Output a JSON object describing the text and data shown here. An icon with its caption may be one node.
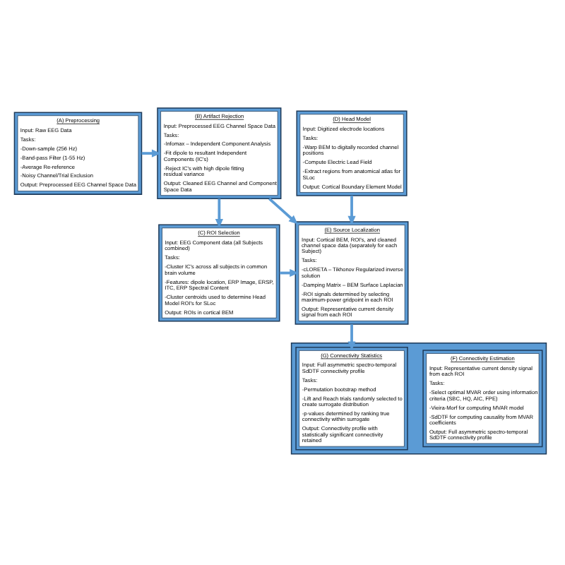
{
  "diagram": {
    "nodes": [
      {
        "text": [
          "(A) Preprocessing",
          "Input: Raw EEG Data",
          "Tasks:",
          "-Down-sample (256 Hz)",
          "-Band-pass Filter (1-55 Hz)",
          "-Average Re-reference",
          "-Noisy Channel/Trial Exclusion",
          "Output: Preprocessed EEG Channel Space Data"
        ]
      },
      {
        "text": [
          "(B) Artifact Rejection",
          "Input: Preprocessed EEG Channel Space Data",
          "Tasks:",
          "-Infomax – Independent Component Analysis",
          "-Fit dipole to resultant Independent Components (IC's)",
          "-Reject IC's with high dipole fitting residual variance",
          "Output: Cleaned EEG Channel and Component Space Data"
        ]
      },
      {
        "text": [
          "(D) Head Model",
          "Input: Digitized electrode locations",
          "Tasks:",
          "-Warp BEM to digitally recorded channel positions",
          "-Compute Electric Lead Field",
          "-Extract regions from anatomical atlas for SLoc",
          "Output: Cortical Boundary Element Model"
        ]
      },
      {
        "text": [
          "(C) ROI Selection",
          "Input: EEG Component data (all Subjects combined)",
          "Tasks:",
          "-Cluster IC's across all subjects in common brain volume",
          "-Features: dipole location, ERP Image, ERSP, ITC, ERP Spectral Content",
          "-Cluster centroids used to determine Head Model ROI's for SLoc",
          "Output: ROIs in cortical BEM"
        ]
      },
      {
        "text": [
          "(E) Source Localization",
          "Input: Cortical BEM, ROI's, and cleaned channel space data (separately for each Subject)",
          "Tasks:",
          "-cLORETA – Tikhonov Regularized inverse solution",
          "-Damping Matrix – BEM Surface Laplacian",
          "-ROI signals determined by selecting maximum-power gridpoint in each ROI",
          "Output: Representative current density signal from each ROI"
        ]
      },
      {
        "text": [],
        "shape": "box"
      },
      {
        "text": [
          "(F) Connectivity Estimation",
          "Input: Representative current density signal from each ROI",
          "Tasks:",
          "-Select optimal MVAR order using information criteria (SBC, HQ, AIC, FPE)",
          "-Vieira-Morf for computing MVAR model",
          "-SdDTF for computing causality from MVAR coefficients",
          "Output: Full asymmetric spectro-temporal SdDTF connectivity profile"
        ],
        "in": 5
      },
      {
        "text": [
          "(G) Connectivity Statistics",
          "Input: Full asymmetric spectro-temporal SdDTF connectivity profile",
          "Tasks:",
          "-Permutation bootstrap method",
          "-Lift and Reach trials randomly selected to create surrogate distribution",
          "-p-values determined by ranking true connectivity within surrogate",
          "Output: Connectivity profile with statistically significant connectivity retained"
        ],
        "in": 5
      }
    ],
    "edges": [
      {
        "from": 0,
        "to": 1,
        "arrow": "to"
      },
      {
        "from": 1,
        "to": 3,
        "arrow": "to"
      },
      {
        "from": 1,
        "to": 4,
        "arrow": "to"
      },
      {
        "from": 2,
        "to": 4,
        "arrow": "to"
      },
      {
        "from": 3,
        "to": 4,
        "arrow": "to"
      },
      {
        "from": 4,
        "to": 7,
        "arrow": "to"
      }
    ]
  }
}
